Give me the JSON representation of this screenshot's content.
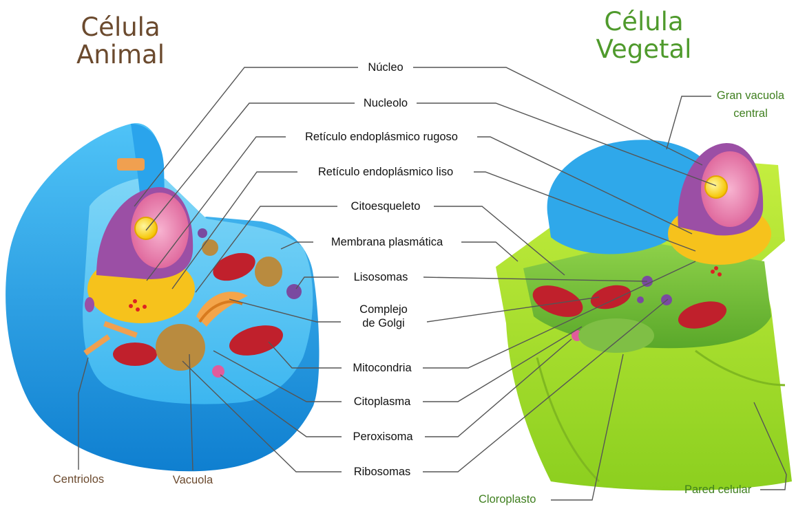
{
  "titles": {
    "animal_line1": "Célula",
    "animal_line2": "Animal",
    "plant_line1": "Célula",
    "plant_line2": "Vegetal"
  },
  "labels": {
    "nucleo": "Núcleo",
    "nucleolo": "Nucleolo",
    "rer": "Retículo endoplásmico rugoso",
    "rel": "Retículo endoplásmico liso",
    "citoesqueleto": "Citoesqueleto",
    "membrana": "Membrana plasmática",
    "lisosomas": "Lisosomas",
    "golgi_line1": "Complejo",
    "golgi_line2": "de Golgi",
    "mitocondria": "Mitocondria",
    "citoplasma": "Citoplasma",
    "peroxisoma": "Peroxisoma",
    "ribosomas": "Ribosomas",
    "centriolos": "Centriolos",
    "vacuola": "Vacuola",
    "gran_vacuola_line1": "Gran vacuola",
    "gran_vacuola_line2": "central",
    "pared_celular": "Pared celular",
    "cloroplasto": "Cloroplasto"
  },
  "colors": {
    "animal_title": "#6b4a2e",
    "plant_title": "#4f9a2c",
    "leader_line": "#555555",
    "animal_membrane": "#1fa3e8",
    "cytoplasm_blue": "#5cc8f2",
    "nucleus_purple": "#9b4fa5",
    "nucleoplasm_pink": "#ee8fb8",
    "nucleolus_yellow": "#ffe600",
    "er_yellow": "#f6c21c",
    "mitochondria_red": "#c0202c",
    "vacuole_brown": "#b98b3f",
    "plant_wall": "#9fd62a",
    "plant_cytoplasm": "#6fbf3a",
    "plant_vacuole": "#2fa8ea",
    "chloroplast": "#c8e23a"
  }
}
